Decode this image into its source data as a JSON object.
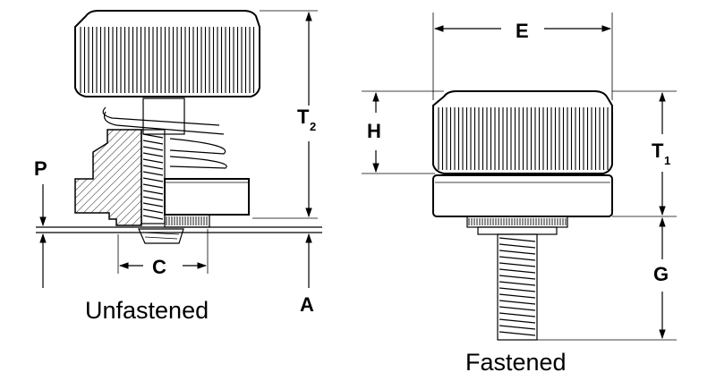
{
  "labels": {
    "E": "E",
    "H": "H",
    "T2_main": "T",
    "T2_sub": "2",
    "T1_main": "T",
    "T1_sub": "1",
    "P": "P",
    "C": "C",
    "A": "A",
    "G": "G"
  },
  "captions": {
    "unfastened": "Unfastened",
    "fastened": "Fastened"
  }
}
